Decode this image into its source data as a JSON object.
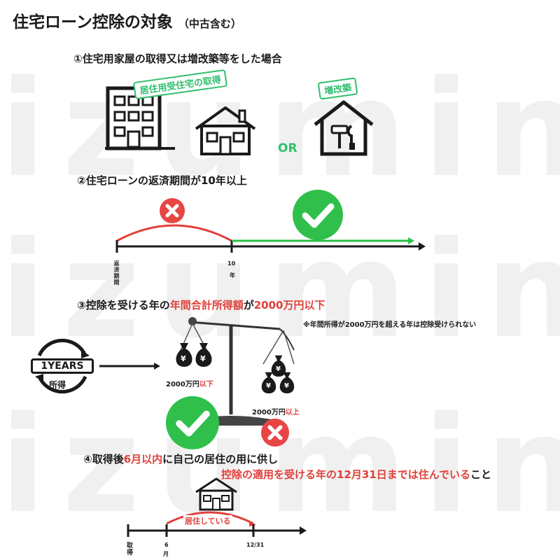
{
  "watermark": "izumin",
  "header": {
    "title": "住宅ローン控除の対象",
    "subtitle": "（中古含む）"
  },
  "condition1": {
    "heading": "①住宅用家屋の取得又は増改築等をした場合",
    "tag_purchase": "居住用受住宅の取得",
    "or_label": "OR",
    "tag_renovation": "増改築"
  },
  "condition2": {
    "heading": "②住宅ローンの返済期間が10年以上",
    "axis_start_label": "返済期間",
    "axis_mark_label": "10",
    "axis_mark_unit": "年"
  },
  "condition3": {
    "heading_pre": "③控除を受ける年の",
    "heading_red": "年間合計所得額",
    "heading_mid": "が",
    "heading_red2": "2000万円以下",
    "note": "※年間所得が2000万円を超える年は控除受けられない",
    "years_badge": "1YEARS",
    "years_caption": "所得",
    "left_amount": "2000万円",
    "left_suffix": "以下",
    "right_amount": "2000万円",
    "right_suffix": "以上",
    "yen": "¥"
  },
  "condition4": {
    "heading_pre": "④取得後",
    "heading_red": "6月以内",
    "heading_post": "に自己の居住の用に供し",
    "line2_red": "控除の適用を受ける年の12月31日までは住んでいる",
    "line2_post": "こと",
    "living_label": "居住している",
    "tick_acquire": "取得",
    "tick_month_num": "6",
    "tick_month_unit": "月",
    "tick_end": "12/31"
  },
  "colors": {
    "green": "#2fbf4a",
    "red": "#e0403a",
    "dark": "#1a1a1a"
  }
}
